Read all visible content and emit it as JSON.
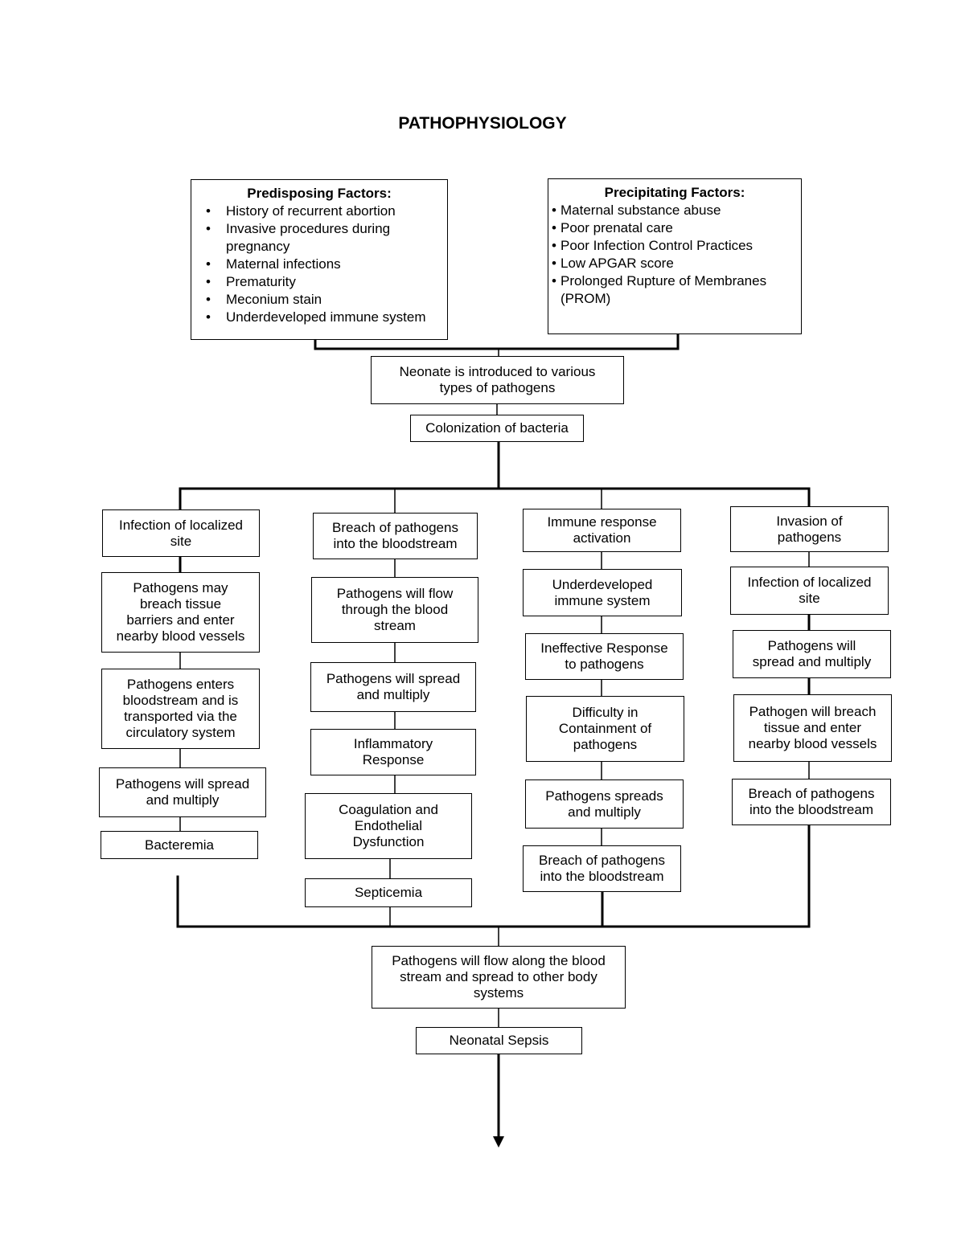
{
  "title": "PATHOPHYSIOLOGY",
  "predisposing": {
    "title": "Predisposing Factors:",
    "items": [
      "History of recurrent abortion",
      "Invasive procedures during pregnancy",
      "Maternal infections",
      "Prematurity",
      "Meconium stain",
      "Underdeveloped immune system"
    ]
  },
  "precipitating": {
    "title": "Precipitating Factors:",
    "items": [
      "Maternal substance abuse",
      "Poor prenatal care",
      "Poor Infection Control Practices",
      "Low APGAR score",
      "Prolonged Rupture of Membranes (PROM)"
    ]
  },
  "center_top": [
    "Neonate is introduced to various\ntypes of pathogens",
    "Colonization of bacteria"
  ],
  "columns": [
    [
      "Infection of localized\nsite",
      "Pathogens may\nbreach tissue\nbarriers and enter\nnearby blood vessels",
      "Pathogens enters\nbloodstream and is\ntransported via the\ncirculatory system",
      "Pathogens will spread\nand multiply",
      "Bacteremia"
    ],
    [
      "Breach of pathogens\ninto the bloodstream",
      "Pathogens will flow\nthrough the blood\nstream",
      "Pathogens will spread\nand multiply",
      "Inflammatory\nResponse",
      "Coagulation and\nEndothelial\nDysfunction",
      "Septicemia"
    ],
    [
      "Immune response\nactivation",
      "Underdeveloped\nimmune system",
      "Ineffective Response\nto pathogens",
      "Difficulty in\nContainment of\npathogens",
      "Pathogens spreads\nand multiply",
      "Breach of pathogens\ninto the bloodstream"
    ],
    [
      "Invasion of\npathogens",
      "Infection of localized\nsite",
      "Pathogens will\nspread and multiply",
      "Pathogen will breach\ntissue and enter\nnearby blood vessels",
      "Breach of pathogens\ninto the bloodstream"
    ]
  ],
  "center_bottom": [
    "Pathogens will flow along the blood\nstream and spread to other body\nsystems",
    "Neonatal Sepsis"
  ]
}
